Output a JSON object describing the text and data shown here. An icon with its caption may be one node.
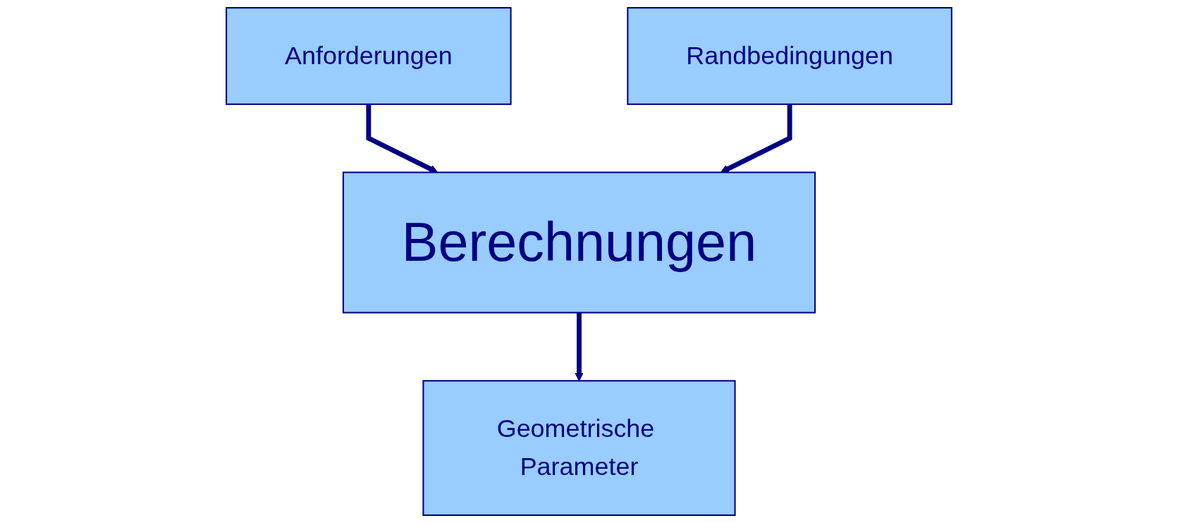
{
  "diagram": {
    "nodes": [
      {
        "text": [
          "Anforderungen"
        ]
      },
      {
        "text": [
          "Randbedingungen"
        ]
      },
      {
        "text": [
          "Berechnungen"
        ]
      },
      {
        "text": [
          "Geometrische Parameter"
        ]
      }
    ],
    "edges": [
      {
        "from": 0,
        "to": 2,
        "arrow": "to"
      },
      {
        "from": 1,
        "to": 2,
        "arrow": "to"
      },
      {
        "from": 2,
        "to": 3,
        "arrow": "to"
      }
    ]
  }
}
